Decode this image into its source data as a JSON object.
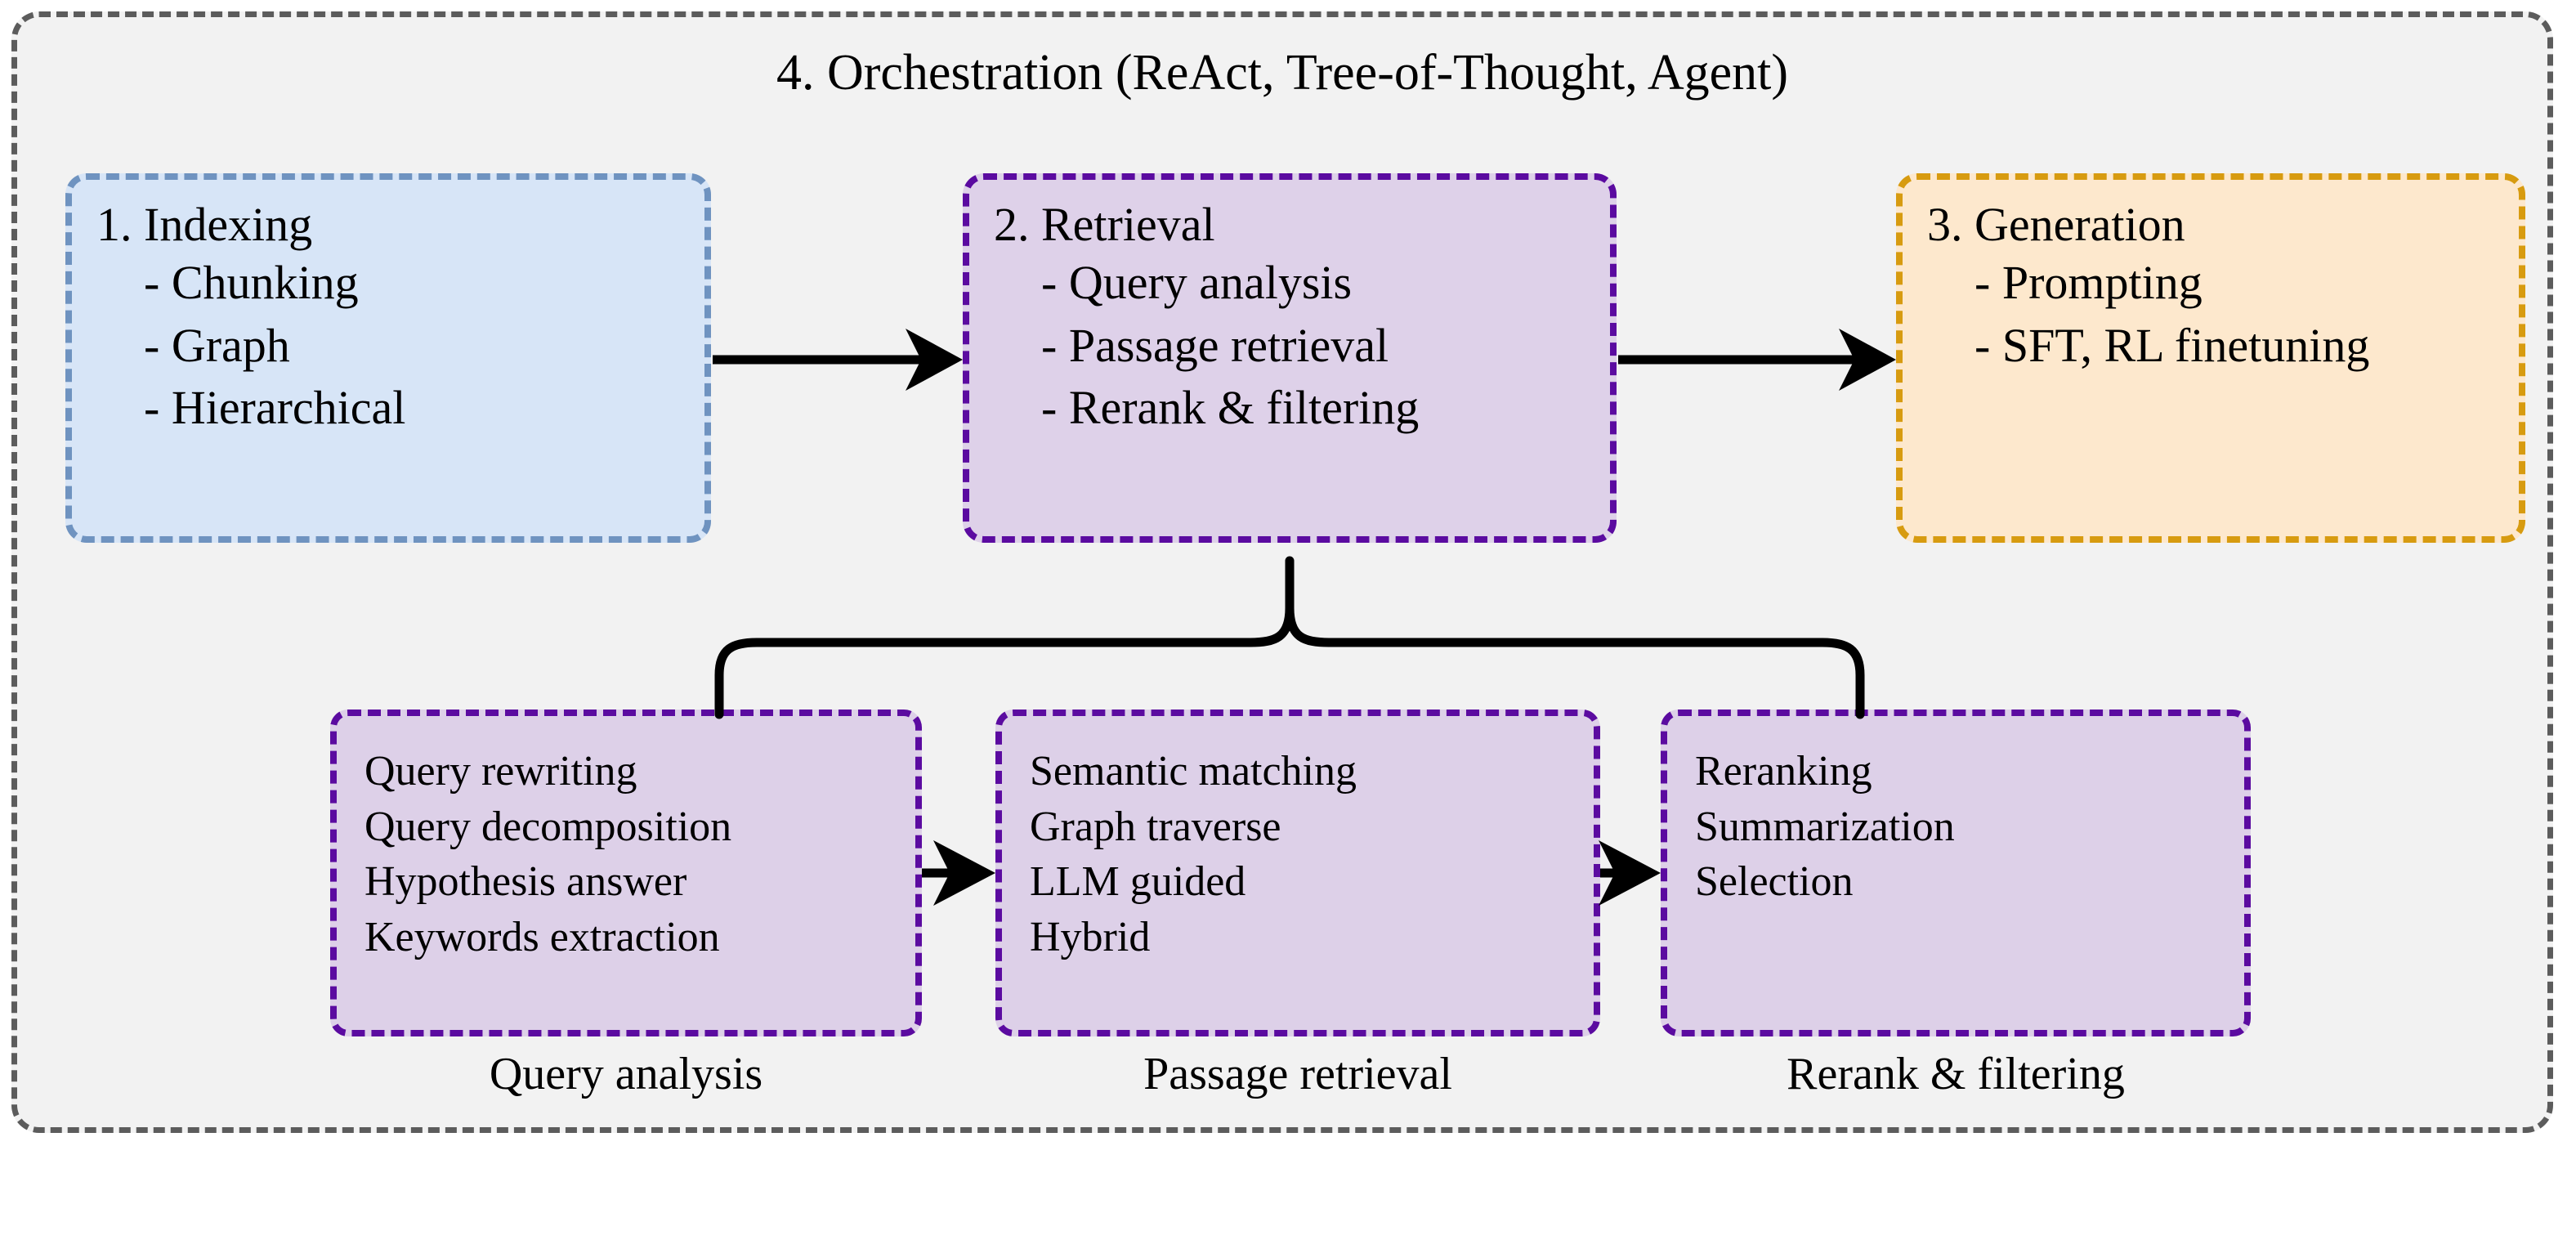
{
  "diagram": {
    "title": "4. Orchestration (ReAct, Tree-of-Thought, Agent)",
    "colors": {
      "canvas_background": "#ffffff",
      "container_background": "#f2f2f2",
      "container_border": "#5c5c5c",
      "indexing_fill": "#d7e5f7",
      "indexing_border": "#6f93c0",
      "retrieval_fill": "#ded1e9",
      "retrieval_border": "#5b0ba0",
      "generation_fill": "#fde8cd",
      "generation_border": "#d79b10",
      "connector": "#000000",
      "text": "#000000"
    }
  },
  "stages": [
    {
      "id": "indexing",
      "heading": "1. Indexing",
      "items": [
        "- Chunking",
        "- Graph",
        "- Hierarchical"
      ]
    },
    {
      "id": "retrieval",
      "heading": "2. Retrieval",
      "items": [
        "- Query analysis",
        "- Passage retrieval",
        "- Rerank & filtering"
      ]
    },
    {
      "id": "generation",
      "heading": "3. Generation",
      "items": [
        "- Prompting",
        "- SFT, RL finetuning"
      ]
    }
  ],
  "substages": [
    {
      "id": "query-analysis",
      "caption": "Query analysis",
      "items": [
        "Query rewriting",
        "Query decomposition",
        "Hypothesis answer",
        "Keywords extraction"
      ]
    },
    {
      "id": "passage-retrieval",
      "caption": "Passage retrieval",
      "items": [
        "Semantic matching",
        "Graph traverse",
        "LLM guided",
        "Hybrid"
      ]
    },
    {
      "id": "rerank-filtering",
      "caption": "Rerank & filtering",
      "items": [
        "Reranking",
        "Summarization",
        "Selection"
      ]
    }
  ],
  "connectors": [
    {
      "id": "indexing-to-retrieval",
      "type": "arrow",
      "from": "indexing",
      "to": "retrieval"
    },
    {
      "id": "retrieval-to-generation",
      "type": "arrow",
      "from": "retrieval",
      "to": "generation"
    },
    {
      "id": "retrieval-to-substages",
      "type": "brace",
      "from": "retrieval",
      "to": "substage-row"
    },
    {
      "id": "query-to-passage",
      "type": "arrow",
      "from": "query-analysis",
      "to": "passage-retrieval"
    },
    {
      "id": "passage-to-rerank",
      "type": "arrow",
      "from": "passage-retrieval",
      "to": "rerank-filtering"
    }
  ]
}
